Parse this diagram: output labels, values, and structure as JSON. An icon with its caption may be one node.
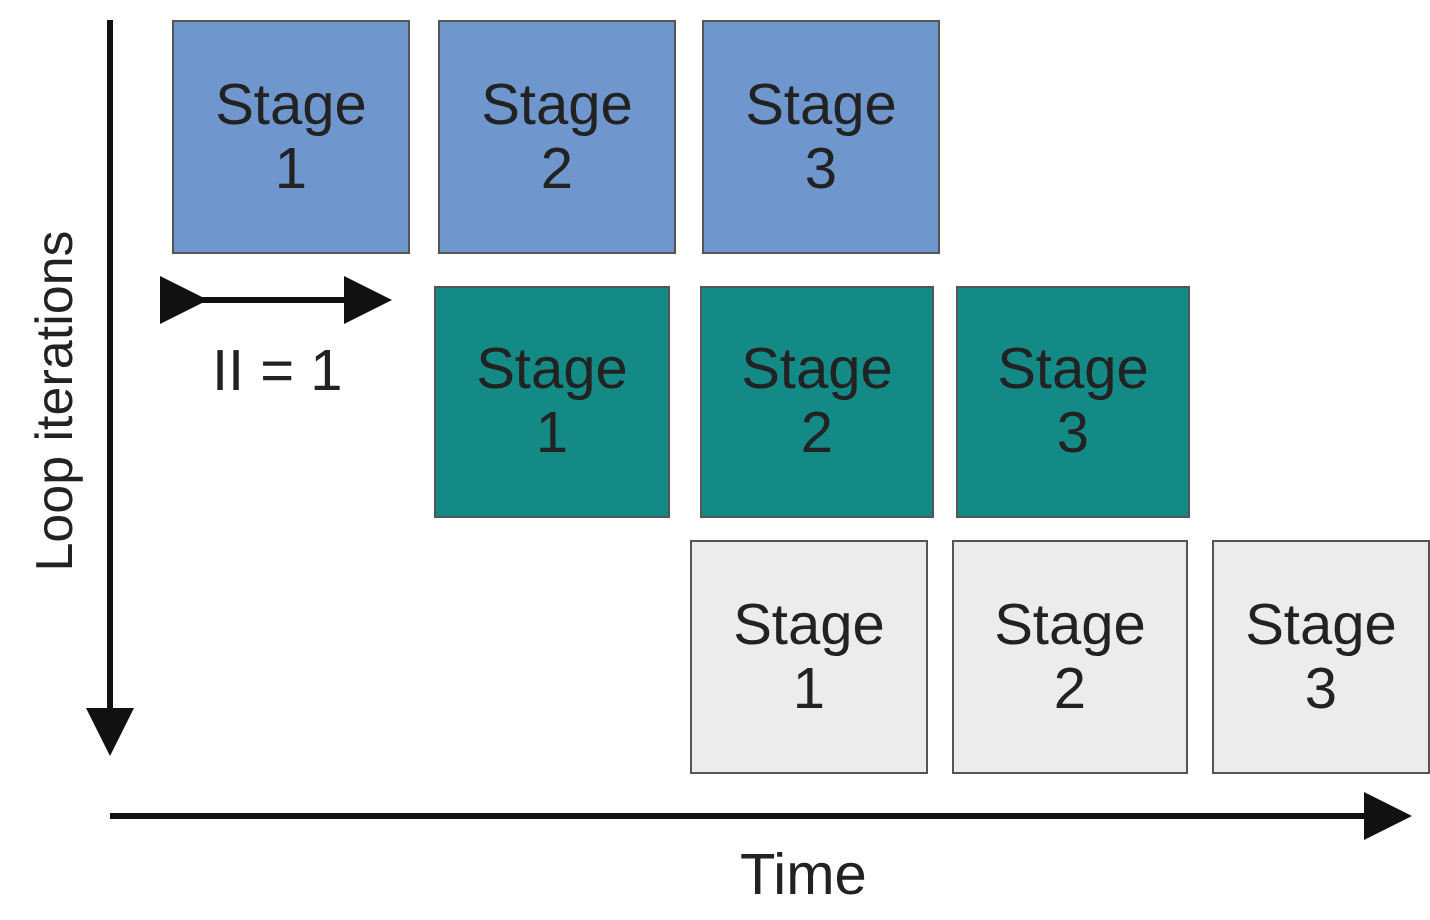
{
  "diagram": {
    "nodes": [
      {
        "text": [
          "Stage 1"
        ]
      },
      {
        "text": [
          "Stage 2"
        ]
      },
      {
        "text": [
          "Stage 3"
        ]
      },
      {
        "text": [
          "Stage 1"
        ]
      },
      {
        "text": [
          "Stage 2"
        ]
      },
      {
        "text": [
          "Stage 3"
        ]
      },
      {
        "text": [
          "Stage 1"
        ]
      },
      {
        "text": [
          "Stage 2"
        ]
      },
      {
        "text": [
          "Stage 3"
        ]
      }
    ],
    "edges": [],
    "labels": [
      "Loop iterations",
      "II = 1",
      "Time"
    ]
  }
}
